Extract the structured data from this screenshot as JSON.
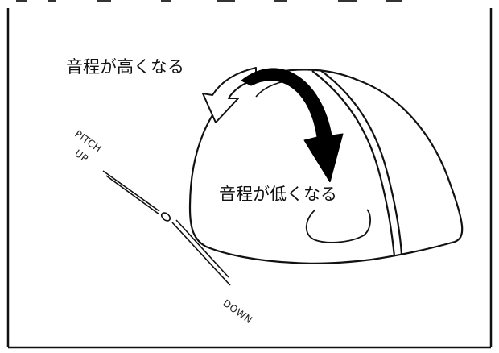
{
  "labels": {
    "pitch_up_text": "音程が高くなる",
    "pitch_down_text": "音程が低くなる",
    "pitch": "PITCH",
    "up": "UP",
    "down": "DOWN"
  },
  "icons": {
    "knob": "hemisphere-knob-icon",
    "arrow_up_direction": "outline-curved-arrow-icon",
    "arrow_down_direction": "solid-curved-arrow-icon"
  },
  "colors": {
    "line": "#111111",
    "arrow_fill": "#000000",
    "background": "#ffffff"
  }
}
